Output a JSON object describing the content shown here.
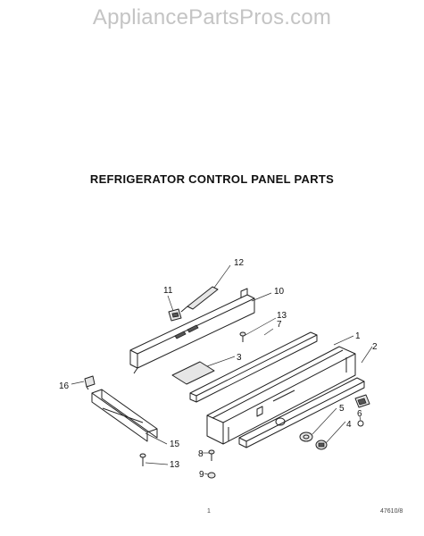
{
  "watermark": "AppliancePartsPros.com",
  "title": "REFRIGERATOR CONTROL PANEL PARTS",
  "callouts": {
    "c1": "1",
    "c2": "2",
    "c3": "3",
    "c4": "4",
    "c5": "5",
    "c6": "6",
    "c7": "7",
    "c8": "8",
    "c9": "9",
    "c10": "10",
    "c11": "11",
    "c12": "12",
    "c13a": "13",
    "c13b": "13",
    "c15": "15",
    "c16": "16"
  },
  "footer": {
    "page_mark": "1",
    "drawing_number": "47610/8"
  }
}
